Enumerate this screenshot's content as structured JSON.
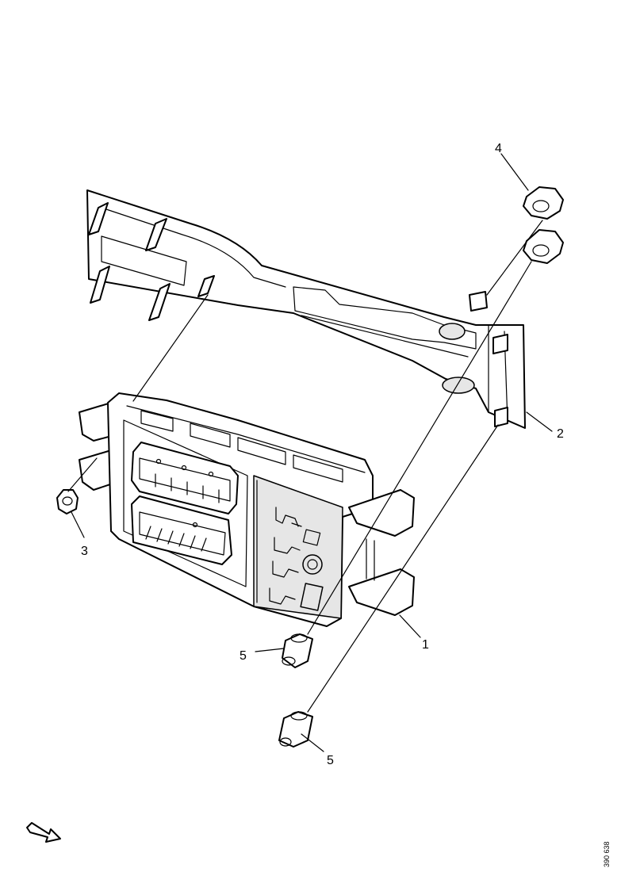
{
  "callouts": {
    "c1": "1",
    "c2": "2",
    "c3": "3",
    "c4": "4",
    "c5a": "5",
    "c5b": "5"
  },
  "reference_number": "390 638",
  "icons": {
    "direction_arrow": "forward-direction-arrow-icon"
  }
}
